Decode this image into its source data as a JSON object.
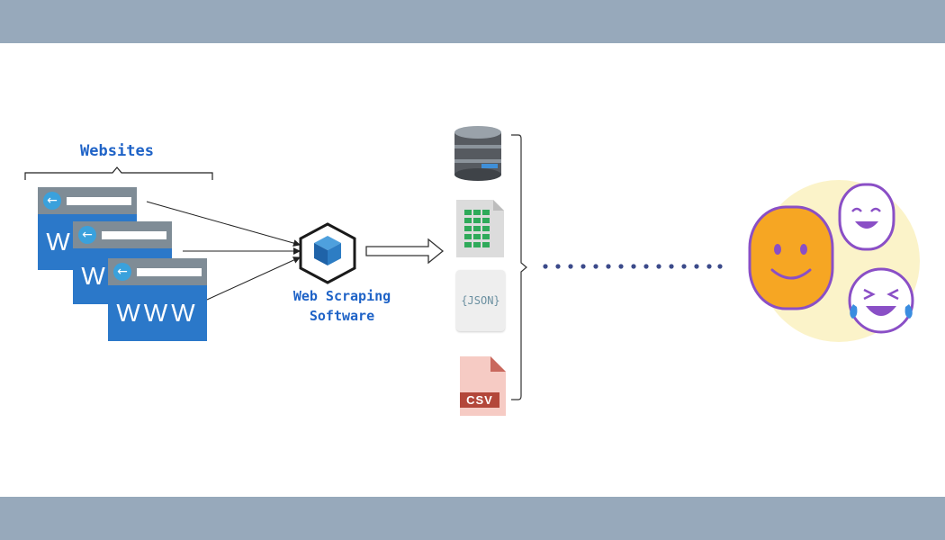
{
  "labels": {
    "websites": "Websites",
    "software_line1": "Web Scraping",
    "software_line2": "Software"
  },
  "browser_text": "WWW",
  "browser_back_glyph": "←",
  "outputs": {
    "json_label": "{JSON}",
    "csv_label": "CSV"
  },
  "colors": {
    "band": "#97a9bb",
    "label_blue": "#1f63c7",
    "browser_blue": "#2b78c9",
    "browser_bar": "#7f8c96",
    "dots": "#3b4a8a",
    "smiley_orange": "#f6a623",
    "smiley_outline": "#8a4fc6"
  },
  "icons": [
    "database-icon",
    "spreadsheet-icon",
    "json-file-icon",
    "csv-file-icon",
    "cube-icon",
    "smiley-icon",
    "laughing-emoji-icon"
  ]
}
